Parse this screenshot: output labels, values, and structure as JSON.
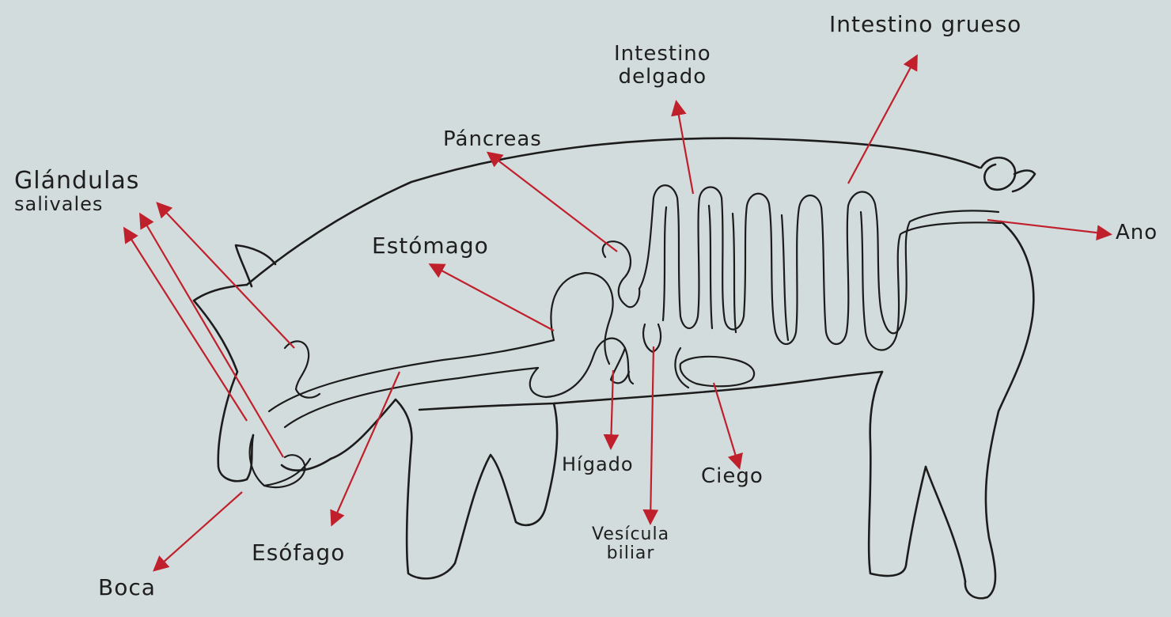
{
  "colors": {
    "paper": "#d3dcdc",
    "ink": "#1c1c1c",
    "arrow": "#c0202c"
  },
  "labels": {
    "glandulas_line1": "Glándulas",
    "glandulas_line2": "salivales",
    "boca": "Boca",
    "esofago": "Esófago",
    "estomago": "Estómago",
    "pancreas": "Páncreas",
    "intestino_delgado_line1": "Intestino",
    "intestino_delgado_line2": "delgado",
    "intestino_grueso": "Intestino grueso",
    "ano": "Ano",
    "higado": "Hígado",
    "vesicula_line1": "Vesícula",
    "vesicula_line2": "biliar",
    "ciego": "Ciego"
  }
}
